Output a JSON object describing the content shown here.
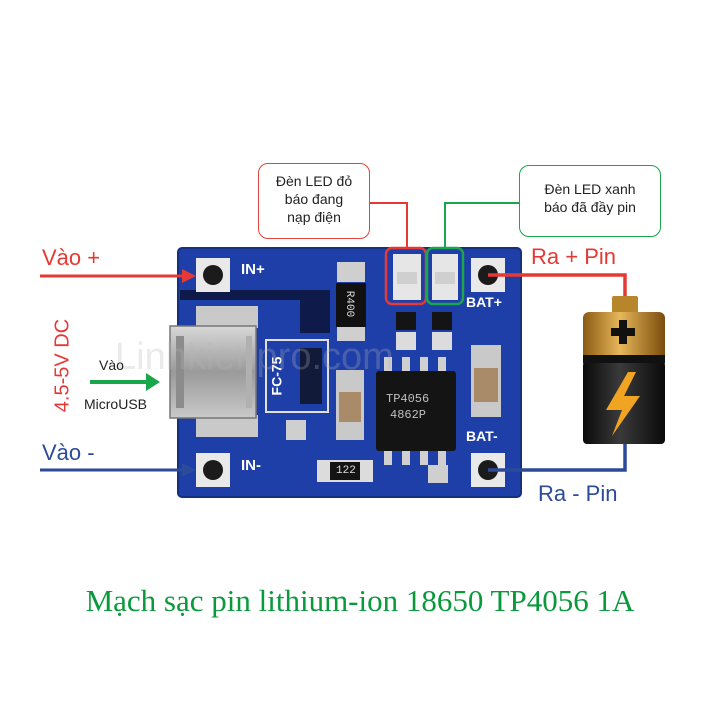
{
  "labels": {
    "input_plus": "Vào  +",
    "input_minus": "Vào  -",
    "voltage": "4.5-5V DC",
    "micro_in": "Vào",
    "micro_usb": "MicroUSB",
    "out_plus": "Ra  + Pin",
    "out_minus": "Ra  - Pin"
  },
  "callouts": {
    "red_line1": "Đèn LED đỏ",
    "red_line2": "báo đang",
    "red_line3": "nạp điện",
    "green_line1": "Đèn LED xanh",
    "green_line2": "báo đã đầy pin"
  },
  "board": {
    "in_plus": "IN+",
    "in_minus": "IN-",
    "bat_plus": "BAT+",
    "bat_minus": "BAT-",
    "fc": "FC-75",
    "chip_line1": "TP4056",
    "chip_line2": "4862P",
    "r400": "R400",
    "r122": "122",
    "watermark": "Linhkienpro.com"
  },
  "caption": "Mạch sạc pin lithium-ion 18650 TP4056 1A",
  "colors": {
    "red": "#e53935",
    "blue": "#2c4a9a",
    "green": "#1aa64a",
    "pcb": "#1f3fa8",
    "caption": "#0a9a3c"
  }
}
